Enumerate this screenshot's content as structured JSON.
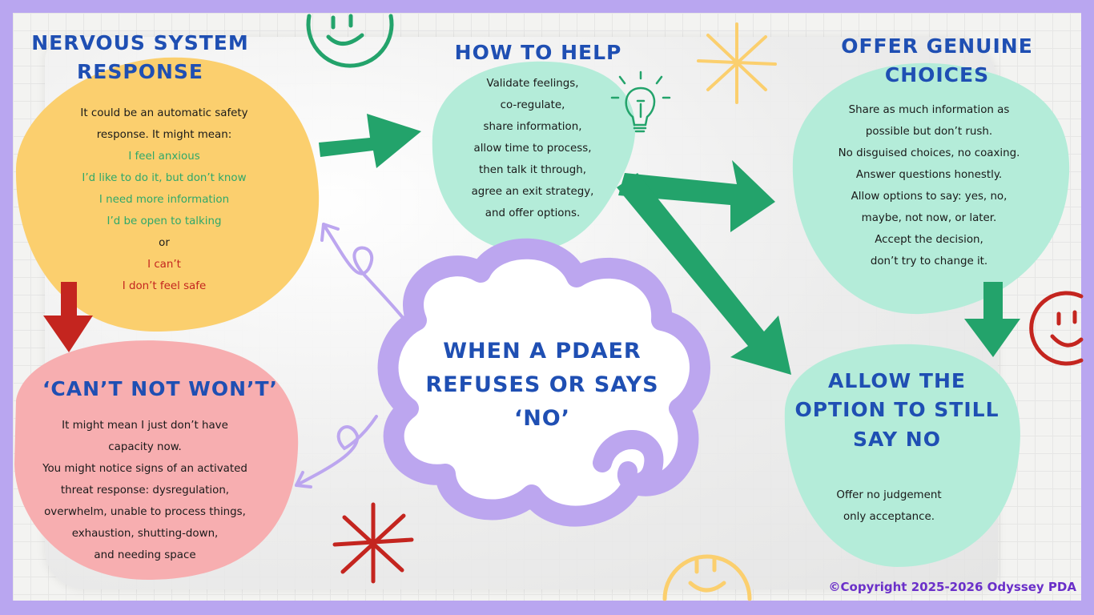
{
  "colors": {
    "frame": "#b9a6f0",
    "yellow_blob": "#fbcf6e",
    "mint_blob": "#b4ecd9",
    "pink_blob": "#f7aeb0",
    "lavender_cloud": "#bca6ef",
    "arrow_green": "#23a36b",
    "arrow_red": "#c4251f",
    "heading_blue": "#1f4fb3"
  },
  "nervous": {
    "title_line1": "NERVOUS SYSTEM",
    "title_line2": "RESPONSE",
    "intro_line1": "It could be an automatic safety",
    "intro_line2": "response. It might mean:",
    "green_items": [
      "I feel anxious",
      "I’d like to do it, but don’t know",
      "I need more information",
      "I’d be open to talking"
    ],
    "or": "or",
    "red_items": [
      "I can’t",
      "I don’t feel safe"
    ]
  },
  "help": {
    "title": "HOW TO HELP",
    "lines": [
      "Validate feelings,",
      "co-regulate,",
      "share information,",
      "allow time to process,",
      "then talk it through,",
      "agree an exit strategy,",
      "and offer options."
    ]
  },
  "choices": {
    "title_line1": "OFFER GENUINE",
    "title_line2": "CHOICES",
    "lines": [
      "Share as much information as",
      "possible but don’t rush.",
      "No disguised choices, no coaxing.",
      "Answer questions honestly.",
      "Allow options to say: yes, no,",
      "maybe, not now, or later.",
      "Accept the decision,",
      "don’t try to change it."
    ]
  },
  "cant": {
    "title": "‘CAN’T NOT WON’T’",
    "lines": [
      "It might mean I just don’t have",
      "capacity now.",
      "You might notice signs of an activated",
      "threat response: dysregulation,",
      "overwhelm, unable to process things,",
      "exhaustion, shutting-down,",
      "and needing space"
    ]
  },
  "center": {
    "line1": "WHEN A PDAER",
    "line2": "REFUSES OR SAYS",
    "line3": "‘NO’"
  },
  "allow": {
    "title_line1": "ALLOW THE",
    "title_line2": "OPTION TO STILL",
    "title_line3": "SAY NO",
    "lines": [
      "Offer no judgement",
      "only acceptance."
    ]
  },
  "footer": {
    "copyright": "©Copyright 2025-2026 Odyssey PDA"
  },
  "icons": [
    "smiley-icon",
    "lightbulb-icon",
    "asterisk-icon"
  ]
}
